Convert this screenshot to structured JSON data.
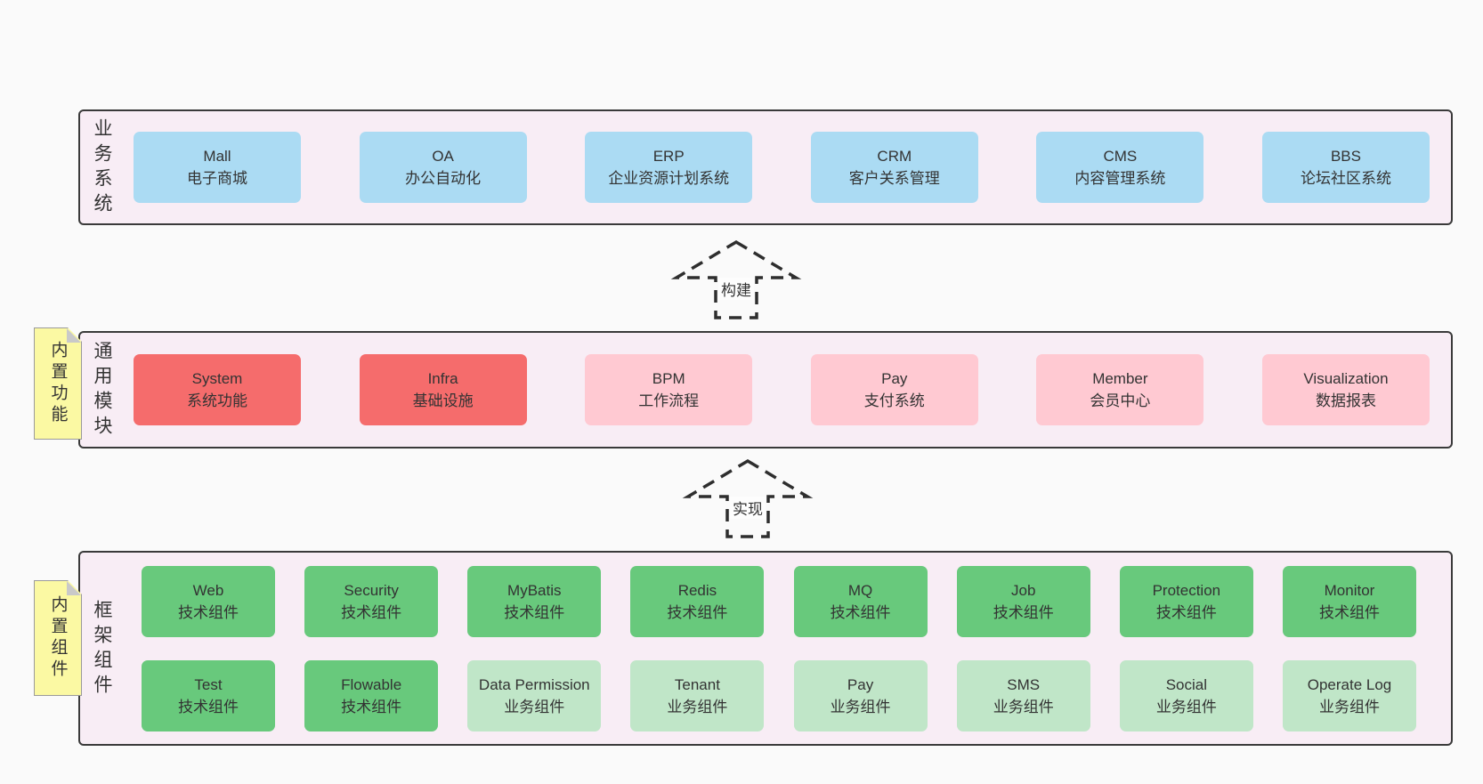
{
  "colors": {
    "page_bg": "#fafafa",
    "layer_bg": "#f8edf5",
    "layer_border": "#3a3a3a",
    "box_blue": "#abdbf3",
    "box_red": "#f56c6c",
    "box_pink": "#ffc9d2",
    "box_green": "#68c97c",
    "box_green_light": "#c0e6c8",
    "sticky_yellow": "#fbf9a3",
    "sticky_fold_gray": "#c9c9c9",
    "text": "#333333"
  },
  "arrows": [
    {
      "label": "构建"
    },
    {
      "label": "实现"
    }
  ],
  "layers": [
    {
      "id": "business-systems",
      "label": "业务系统",
      "sticky": null,
      "rows": [
        [
          {
            "title": "Mall",
            "subtitle": "电子商城",
            "variant": "blue"
          },
          {
            "title": "OA",
            "subtitle": "办公自动化",
            "variant": "blue"
          },
          {
            "title": "ERP",
            "subtitle": "企业资源计划系统",
            "variant": "blue"
          },
          {
            "title": "CRM",
            "subtitle": "客户关系管理",
            "variant": "blue"
          },
          {
            "title": "CMS",
            "subtitle": "内容管理系统",
            "variant": "blue"
          },
          {
            "title": "BBS",
            "subtitle": "论坛社区系统",
            "variant": "blue"
          }
        ]
      ]
    },
    {
      "id": "common-modules",
      "label": "通用模块",
      "sticky": "内置功能",
      "rows": [
        [
          {
            "title": "System",
            "subtitle": "系统功能",
            "variant": "red"
          },
          {
            "title": "Infra",
            "subtitle": "基础设施",
            "variant": "red"
          },
          {
            "title": "BPM",
            "subtitle": "工作流程",
            "variant": "pink"
          },
          {
            "title": "Pay",
            "subtitle": "支付系统",
            "variant": "pink"
          },
          {
            "title": "Member",
            "subtitle": "会员中心",
            "variant": "pink"
          },
          {
            "title": "Visualization",
            "subtitle": "数据报表",
            "variant": "pink"
          }
        ]
      ]
    },
    {
      "id": "framework-components",
      "label": "框架组件",
      "sticky": "内置组件",
      "rows": [
        [
          {
            "title": "Web",
            "subtitle": "技术组件",
            "variant": "green"
          },
          {
            "title": "Security",
            "subtitle": "技术组件",
            "variant": "green"
          },
          {
            "title": "MyBatis",
            "subtitle": "技术组件",
            "variant": "green"
          },
          {
            "title": "Redis",
            "subtitle": "技术组件",
            "variant": "green"
          },
          {
            "title": "MQ",
            "subtitle": "技术组件",
            "variant": "green"
          },
          {
            "title": "Job",
            "subtitle": "技术组件",
            "variant": "green"
          },
          {
            "title": "Protection",
            "subtitle": "技术组件",
            "variant": "green"
          },
          {
            "title": "Monitor",
            "subtitle": "技术组件",
            "variant": "green"
          }
        ],
        [
          {
            "title": "Test",
            "subtitle": "技术组件",
            "variant": "green"
          },
          {
            "title": "Flowable",
            "subtitle": "技术组件",
            "variant": "green"
          },
          {
            "title": "Data Permission",
            "subtitle": "业务组件",
            "variant": "green-light"
          },
          {
            "title": "Tenant",
            "subtitle": "业务组件",
            "variant": "green-light"
          },
          {
            "title": "Pay",
            "subtitle": "业务组件",
            "variant": "green-light"
          },
          {
            "title": "SMS",
            "subtitle": "业务组件",
            "variant": "green-light"
          },
          {
            "title": "Social",
            "subtitle": "业务组件",
            "variant": "green-light"
          },
          {
            "title": "Operate Log",
            "subtitle": "业务组件",
            "variant": "green-light"
          }
        ]
      ]
    }
  ]
}
